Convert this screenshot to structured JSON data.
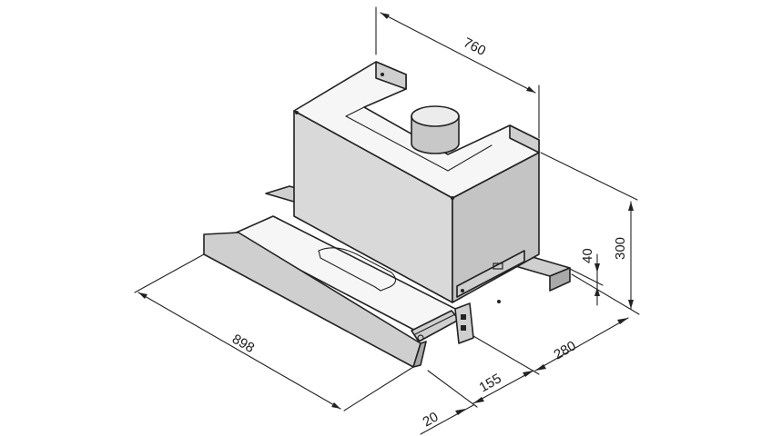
{
  "dimensions": {
    "width_top": "760",
    "height_total": "300",
    "height_visor": "40",
    "depth_body": "280",
    "drawer_extension": "155",
    "front_thickness": "20",
    "width_front": "898"
  },
  "colors": {
    "line": "#222222",
    "panel_fill": "#d9d9d9",
    "side_fill": "#c4c4c4",
    "top_fill": "#f6f6f6"
  }
}
